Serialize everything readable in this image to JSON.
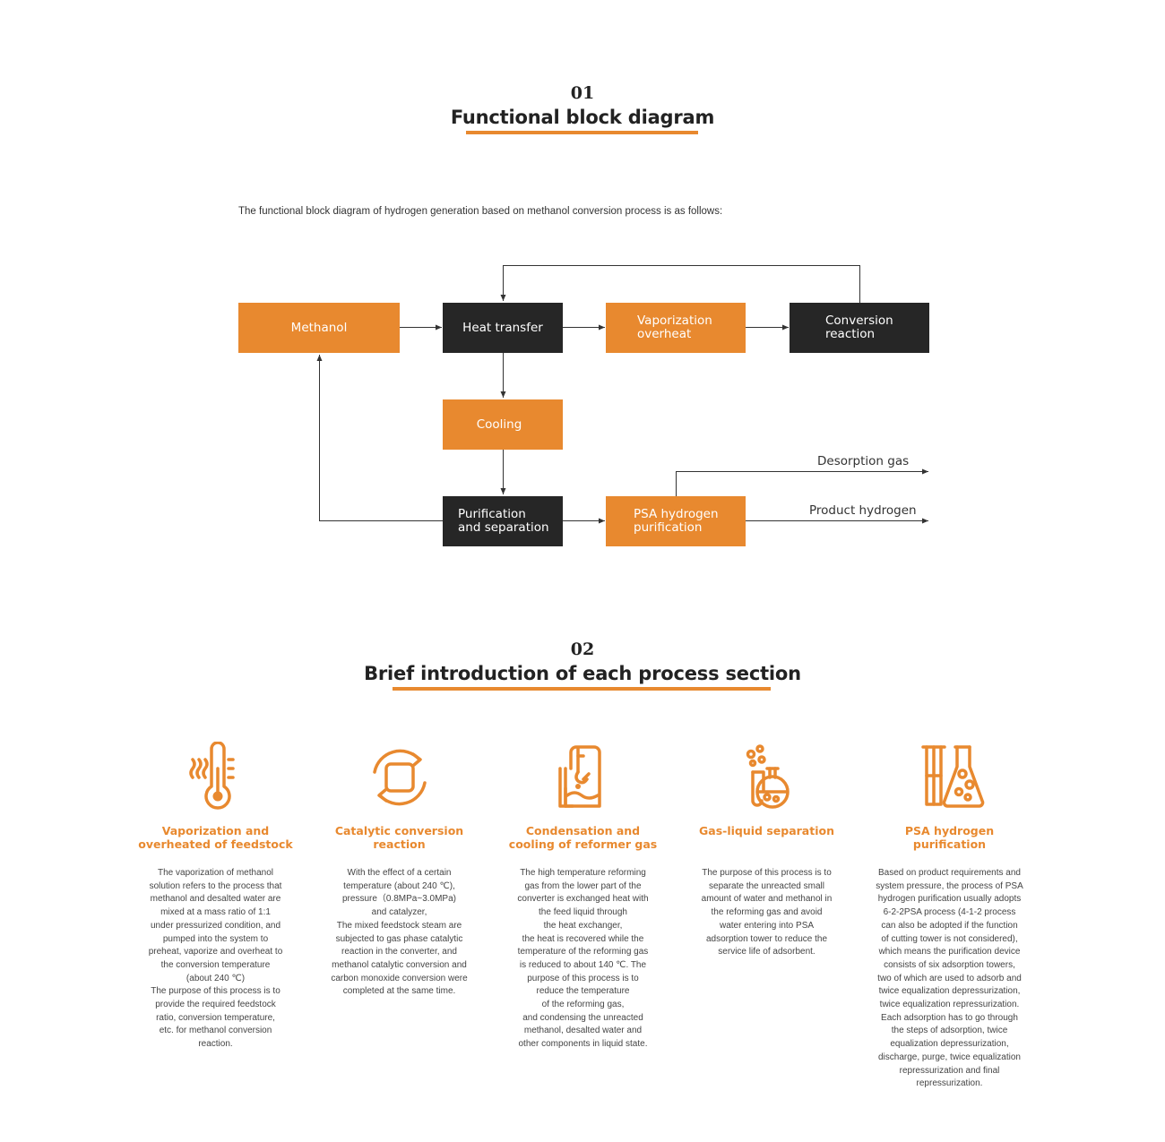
{
  "section1": {
    "number": "01",
    "title": "Functional block diagram"
  },
  "intro": "The functional block diagram of hydrogen generation based on methanol conversion process is as follows:",
  "diagram": {
    "nodes": {
      "methanol": "Methanol",
      "heat_transfer": "Heat transfer",
      "vaporization": "Vaporization\noverheat",
      "conversion": "Conversion\nreaction",
      "cooling": "Cooling",
      "purification": "Purification\nand separation",
      "psa": "PSA hydrogen\npurification"
    },
    "outputs": {
      "desorption": "Desorption gas",
      "product": "Product hydrogen"
    },
    "colors": {
      "orange": "#e8892f",
      "dark": "#262626"
    }
  },
  "section2": {
    "number": "02",
    "title": "Brief introduction of each process section"
  },
  "cards": [
    {
      "icon": "thermometer-icon",
      "title": "Vaporization and\noverheated of feedstock",
      "desc": "The vaporization of methanol\nsolution refers to the process that\nmethanol and desalted water are\nmixed at a mass ratio of 1:1\nunder pressurized condition, and\npumped into the system to\npreheat, vaporize and overheat to\nthe conversion temperature\n(about 240 ℃)\nThe purpose of this process is to\nprovide the required feedstock\nratio, conversion temperature,\netc. for methanol conversion\nreaction."
    },
    {
      "icon": "cycle-reaction-icon",
      "title": "Catalytic conversion\nreaction",
      "desc": "With the effect of a certain\ntemperature (about 240 ℃),\npressure（0.8MPa~3.0MPa)\nand catalyzer,\nThe mixed feedstock steam are\nsubjected to gas phase catalytic\nreaction in the converter, and\nmethanol catalytic conversion and\ncarbon monoxide conversion were\ncompleted at the same time."
    },
    {
      "icon": "condenser-icon",
      "title": "Condensation and\ncooling of reformer gas",
      "desc": "The high temperature reforming\ngas from the lower part of the\nconverter is exchanged heat with\nthe feed liquid through\nthe heat exchanger,\nthe heat is recovered while the\ntemperature of the reforming gas\nis reduced to about 140 ℃. The\npurpose of this process is to\nreduce the temperature\nof the reforming gas,\nand condensing the unreacted\nmethanol, desalted water and\nother components in liquid state."
    },
    {
      "icon": "flask-bubbles-icon",
      "title": "Gas-liquid separation",
      "desc": "The purpose of this process is to\nseparate the unreacted small\namount of water and methanol in\nthe reforming gas and avoid\nwater entering into PSA\nadsorption tower to reduce the\nservice life of adsorbent."
    },
    {
      "icon": "test-tube-flask-icon",
      "title": "PSA hydrogen purification",
      "desc": "Based on product requirements and\nsystem pressure, the process of PSA\nhydrogen purification usually adopts\n6-2-2PSA process (4-1-2 process\ncan also be adopted if the function\nof cutting tower is not considered),\nwhich means the purification device\nconsists of six adsorption towers,\ntwo of which are used to adsorb and\ntwice equalization depressurization,\ntwice equalization repressurization.\nEach adsorption has to go through\nthe steps of adsorption, twice\nequalization depressurization,\ndischarge, purge, twice equalization\nrepressurization and final\nrepressurization."
    }
  ]
}
